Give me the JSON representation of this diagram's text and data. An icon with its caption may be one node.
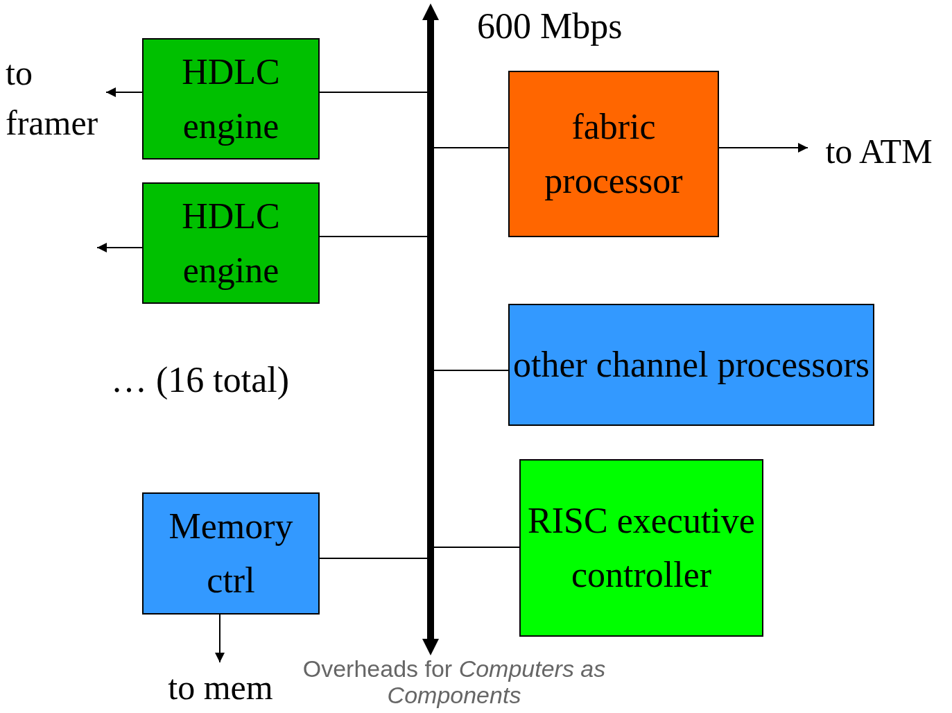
{
  "diagram": {
    "nodes": [
      {
        "text": [
          "to framer"
        ]
      },
      {
        "text": [
          "HDLC engine"
        ]
      },
      {
        "text": [
          "HDLC engine"
        ]
      },
      {
        "text": [],
        "shape": "bar",
        "beside": [
          "600 Mbps"
        ]
      },
      {
        "text": [
          "fabric processor"
        ]
      },
      {
        "text": [
          "to ATM"
        ]
      },
      {
        "text": [
          "other channel processors"
        ]
      },
      {
        "text": [
          "Memory ctrl"
        ]
      },
      {
        "text": [
          "RISC executive controller"
        ]
      },
      {
        "text": [
          "to mem"
        ]
      }
    ],
    "edges": [
      {
        "from": 1,
        "to": 0,
        "arrow": "to"
      },
      {
        "from": 1,
        "to": 3,
        "arrow": "none"
      },
      {
        "from": 2,
        "to": null,
        "arrow": "to"
      },
      {
        "from": 2,
        "to": 3,
        "arrow": "none"
      },
      {
        "from": 3,
        "to": 4,
        "arrow": "none"
      },
      {
        "from": 4,
        "to": 5,
        "arrow": "to"
      },
      {
        "from": 3,
        "to": 6,
        "arrow": "none"
      },
      {
        "from": 7,
        "to": 3,
        "arrow": "none"
      },
      {
        "from": 3,
        "to": 8,
        "arrow": "none"
      },
      {
        "from": 7,
        "to": 9,
        "arrow": "to"
      }
    ],
    "labels": [
      "… (16 total)",
      "Overheads for *Computers as Components*"
    ]
  }
}
